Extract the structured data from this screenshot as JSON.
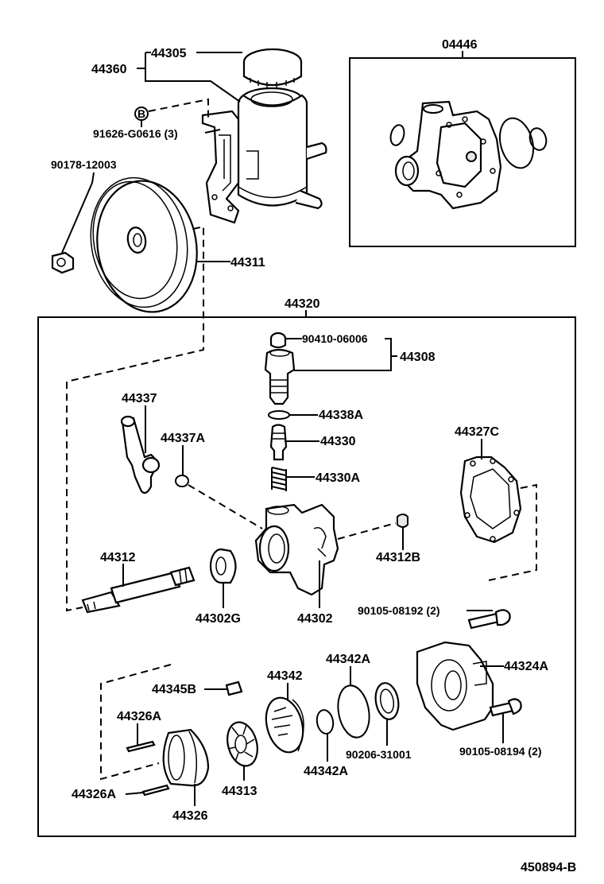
{
  "diagram": {
    "title_code": "450894-B",
    "colors": {
      "line": "#000000",
      "background": "#ffffff"
    },
    "groups": {
      "reservoir": "44360",
      "gasket_kit": "04446",
      "pump_assembly": "44320",
      "valve_assembly": "44308"
    },
    "labels": {
      "p44305": "44305",
      "p44360": "44360",
      "pB": "B",
      "p91626": "91626-G0616 (3)",
      "p90178": "90178-12003",
      "p04446": "04446",
      "p44311": "44311",
      "p44320": "44320",
      "p90410": "90410-06006",
      "p44308": "44308",
      "p44338A": "44338A",
      "p44330": "44330",
      "p44330A": "44330A",
      "p44337": "44337",
      "p44337A": "44337A",
      "p44327C": "44327C",
      "p44312": "44312",
      "p44302G": "44302G",
      "p44302": "44302",
      "p44312B": "44312B",
      "p90105a": "90105-08192 (2)",
      "p44342A_top": "44342A",
      "p44324A": "44324A",
      "p44345B": "44345B",
      "p44342": "44342",
      "p44326A_top": "44326A",
      "p90206": "90206-31001",
      "p90105b": "90105-08194 (2)",
      "p44342A_bot": "44342A",
      "p44326A_bot": "44326A",
      "p44313": "44313",
      "p44326": "44326"
    }
  }
}
